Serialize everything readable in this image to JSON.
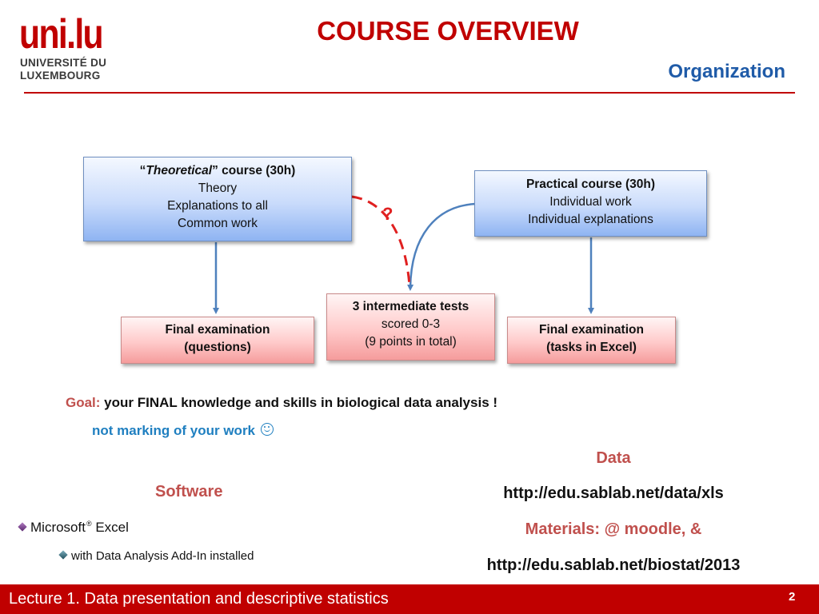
{
  "logo": {
    "mark": "uni.lu",
    "line1": "UNIVERSITÉ DU",
    "line2": "LUXEMBOURG",
    "color": "#c00000"
  },
  "header": {
    "title": "COURSE OVERVIEW",
    "subtitle": "Organization"
  },
  "diagram": {
    "theory": {
      "quote_open": "“",
      "title_italic": "Theoretical",
      "title_rest": "” course (30h)",
      "lines": [
        "Theory",
        "Explanations  to all",
        "Common work"
      ]
    },
    "practical": {
      "title": "Practical course (30h)",
      "lines": [
        "Individual work",
        "Individual explanations"
      ]
    },
    "tests": {
      "title": "3 intermediate tests",
      "lines": [
        "scored 0-3",
        "(9 points in total)"
      ]
    },
    "exam_questions": {
      "line1": "Final examination",
      "line2": "(questions)"
    },
    "exam_excel": {
      "line1": "Final examination",
      "line2": "(tasks in Excel)"
    },
    "question_mark": "?"
  },
  "goal": {
    "label": "Goal:",
    "text": " your FINAL knowledge and skills in biological data analysis !",
    "note": "not marking of your work"
  },
  "software": {
    "heading": "Software",
    "item1": "Microsoft",
    "item1_mark": "®",
    "item1_rest": " Excel",
    "item2": "with Data Analysis Add-In installed"
  },
  "data": {
    "heading": "Data",
    "url": "http://edu.sablab.net/data/xls",
    "materials": "Materials: @ moodle, &",
    "materials_url": "http://edu.sablab.net/biostat/2013"
  },
  "footer": {
    "title": "Lecture 1. Data presentation and descriptive statistics",
    "page": "2"
  },
  "colors": {
    "accent_red": "#c00000",
    "blue_heading": "#1f5ba8",
    "soft_red": "#c0504d",
    "arrow_blue": "#4f81bd",
    "dash_red": "#e02020"
  }
}
